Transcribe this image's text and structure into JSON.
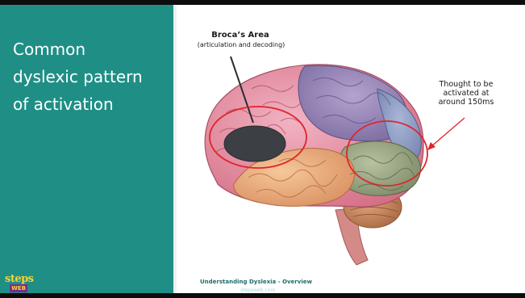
{
  "slide": {
    "title_lines": [
      "Common",
      "dyslexic pattern",
      "of activation"
    ],
    "broca": {
      "title": "Broca’s Area",
      "subtitle": "(articulation and decoding)"
    },
    "thought_lines": [
      "Thought to be",
      "activated at",
      "around 150ms"
    ],
    "footer": {
      "title": "Understanding Dyslexia - Overview",
      "url": "stepsweb.com"
    },
    "logo": {
      "word": "steps",
      "sub": "WEB"
    }
  },
  "colors": {
    "panel": "#1f8f86",
    "highlight": "#e0242b",
    "broca_blob": "#3c3f44"
  },
  "icons": [
    "stepsweb-logo",
    "brain-illustration"
  ]
}
